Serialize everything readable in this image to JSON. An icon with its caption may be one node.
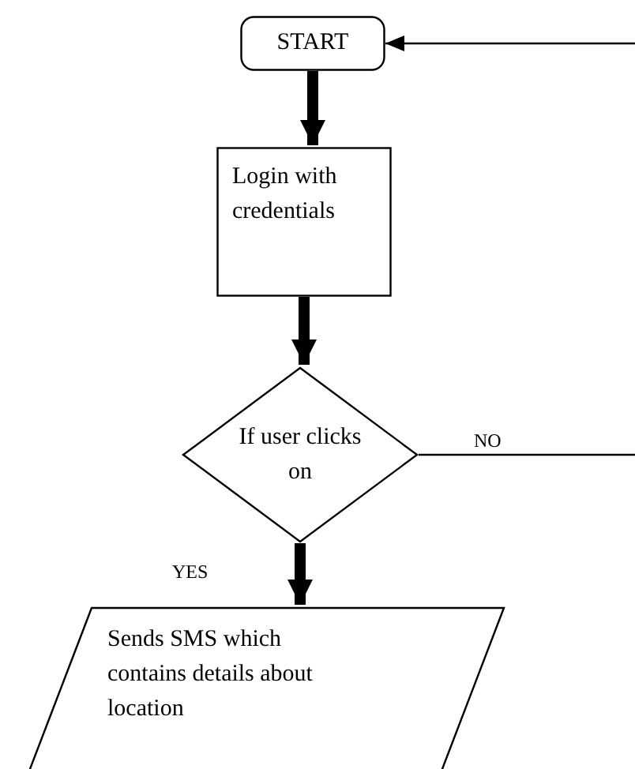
{
  "diagram": {
    "nodes": [
      {
        "text": [
          "START"
        ]
      },
      {
        "text": [
          "Login with credentials"
        ]
      },
      {
        "text": [
          "If user clicks on"
        ]
      },
      {
        "text": [
          "Sends SMS which contains details about location"
        ]
      }
    ],
    "edges": [
      {
        "from": 0,
        "to": 1,
        "arrow": "to"
      },
      {
        "from": 1,
        "to": 2,
        "arrow": "to"
      },
      {
        "from": 2,
        "to": 3,
        "arrow": "to",
        "label": "YES"
      },
      {
        "from": 2,
        "to": null,
        "arrow": "none",
        "label": "NO"
      },
      {
        "from": null,
        "to": 0,
        "arrow": "to"
      }
    ]
  }
}
